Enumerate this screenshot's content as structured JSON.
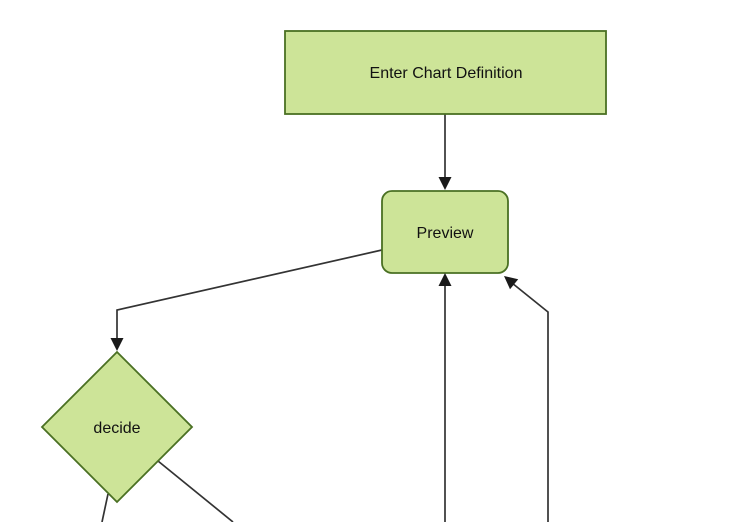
{
  "diagram": {
    "type": "flowchart",
    "background": "#ffffff",
    "colors": {
      "node_fill": "#cde498",
      "node_border": "#4a7023",
      "edge": "#333333",
      "arrowhead": "#1a1a1a",
      "label": "#111111"
    },
    "nodes": [
      {
        "id": "enter-chart-definition",
        "shape": "rectangle",
        "label": "Enter Chart Definition"
      },
      {
        "id": "preview",
        "shape": "rounded-rectangle",
        "label": "Preview"
      },
      {
        "id": "decide",
        "shape": "diamond",
        "label": "decide"
      }
    ],
    "edges": [
      {
        "from": "enter-chart-definition",
        "to": "preview",
        "arrow": true
      },
      {
        "from": "preview",
        "to": "decide",
        "arrow": true
      },
      {
        "from": "offscreen-bottom-center",
        "to": "preview",
        "arrow": true
      },
      {
        "from": "offscreen-bottom-right",
        "to": "preview",
        "arrow": true
      },
      {
        "from": "decide",
        "to": "offscreen-bottom-left",
        "arrow": false
      },
      {
        "from": "decide",
        "to": "offscreen-bottom-right",
        "arrow": false
      }
    ]
  }
}
